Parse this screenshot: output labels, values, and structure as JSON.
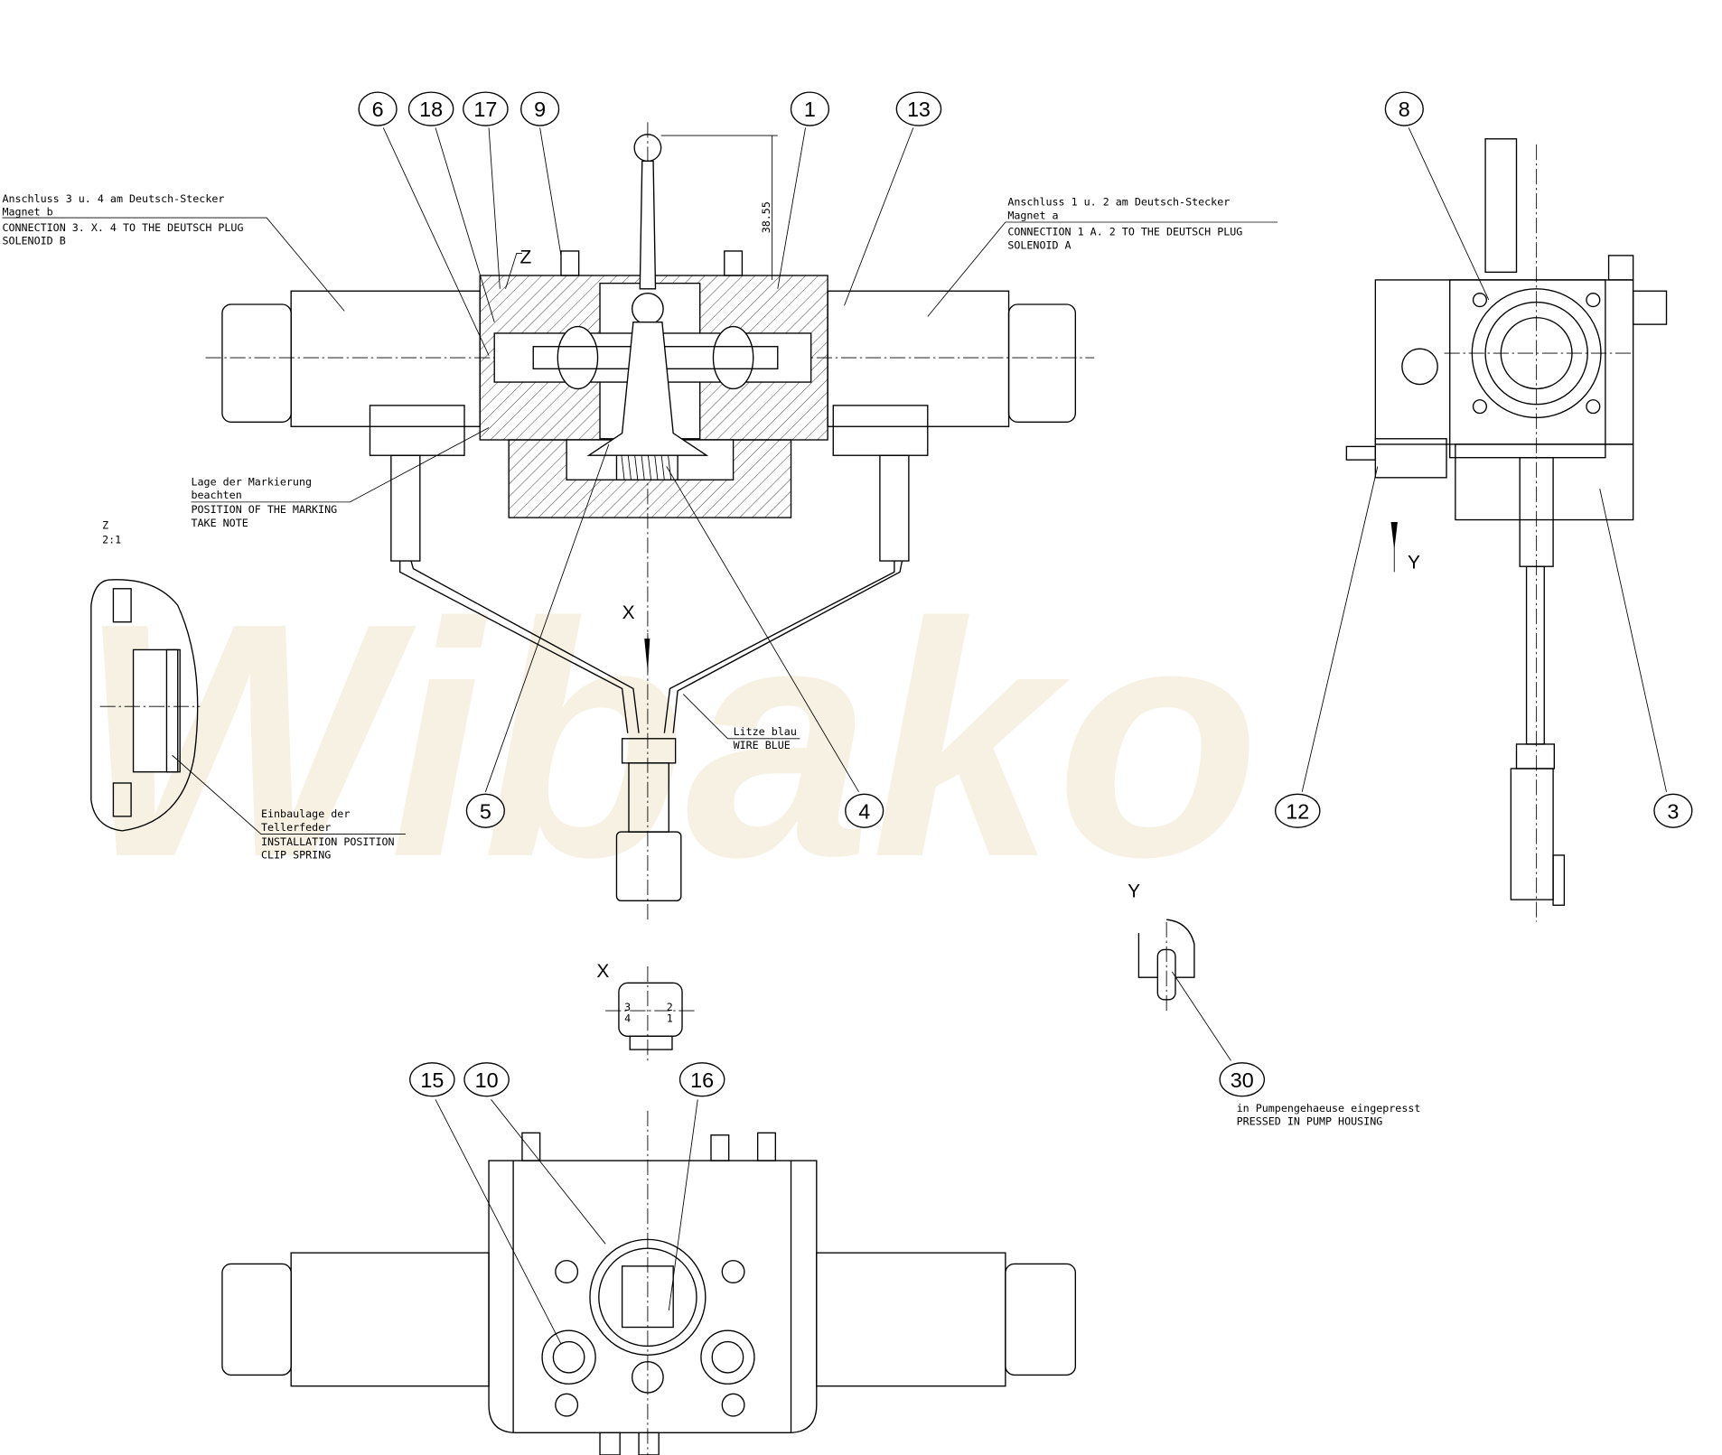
{
  "drawing": {
    "watermark": "Wibako",
    "dimension": "38.55",
    "view_labels": {
      "z_detail": "Z",
      "z_scale": "2:1",
      "z_marker": "Z",
      "x_arrow": "X",
      "y_arrow": "Y",
      "x_view": "X",
      "y_view": "Y"
    },
    "balloons": {
      "b6": "6",
      "b18": "18",
      "b17": "17",
      "b9": "9",
      "b1": "1",
      "b13": "13",
      "b8": "8",
      "b5": "5",
      "b4": "4",
      "b12": "12",
      "b3": "3",
      "b15": "15",
      "b10": "10",
      "b16": "16",
      "b30": "30"
    },
    "notes": {
      "solenoid_b": [
        "Anschluss 3 u. 4 am Deutsch-Stecker",
        "Magnet b",
        "CONNECTION 3. X. 4 TO THE DEUTSCH PLUG",
        "SOLENOID B"
      ],
      "solenoid_a": [
        "Anschluss 1 u. 2 am Deutsch-Stecker",
        "Magnet a",
        "CONNECTION 1 A. 2 TO THE DEUTSCH PLUG",
        "SOLENOID A"
      ],
      "marking": [
        "Lage der Markierung",
        "beachten",
        "POSITION OF THE MARKING",
        "TAKE NOTE"
      ],
      "clip_spring": [
        "Einbaulage der",
        "Tellerfeder",
        "INSTALLATION POSITION",
        "CLIP SPRING"
      ],
      "wire": [
        "Litze blau",
        "WIRE BLUE"
      ],
      "pressed": [
        "in Pumpengehaeuse eingepresst",
        "PRESSED IN PUMP HOUSING"
      ]
    },
    "connector_pins": [
      "3",
      "4",
      "2",
      "1"
    ]
  }
}
